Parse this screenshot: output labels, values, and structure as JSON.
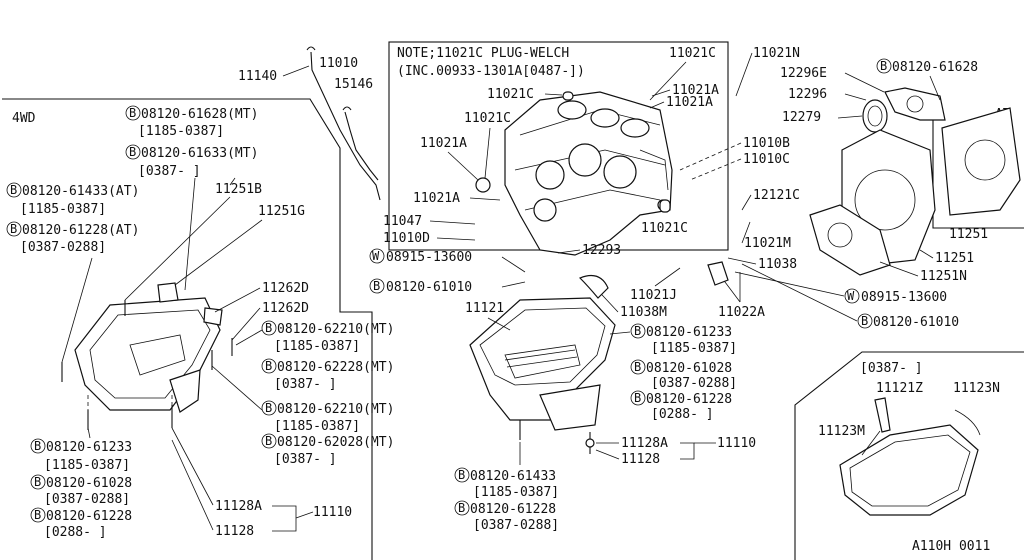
{
  "diagram_code": "A110H 0011",
  "corner_labels": {
    "four_wd": "4WD",
    "at": "AT"
  },
  "note": {
    "line1": "NOTE;11021C PLUG-WELCH",
    "line2": "(INC.00933-1301A[0487-])"
  },
  "bolt_prefix": "B",
  "washer_prefix": "W",
  "parts": {
    "p11010": "11010",
    "p11140": "11140",
    "p15146": "15146",
    "p11021C_a": "11021C",
    "p11021C_b": "11021C",
    "p11021C_c": "11021C",
    "p11021C_d": "11021C",
    "p11021A_a": "11021A",
    "p11021A_b": "11021A",
    "p11021A_c": "11021A",
    "p11021A_d": "11021A",
    "p11021N": "11021N",
    "p11010B": "11010B",
    "p11010C": "11010C",
    "p11047": "11047",
    "p11010D": "11010D",
    "p12293": "12293",
    "p12121C": "12121C",
    "p11021M": "11021M",
    "p11038": "11038",
    "p11021J": "11021J",
    "p11038M": "11038M",
    "p11022A": "11022A",
    "p12296E": "12296E",
    "p12296": "12296",
    "p12279": "12279",
    "p11251_a": "11251",
    "p11251_b": "11251",
    "p11251N": "11251N",
    "p11251B": "11251B",
    "p11251G": "11251G",
    "p11262D_a": "11262D",
    "p11262D_b": "11262D",
    "p11121": "11121",
    "p11128A_a": "11128A",
    "p11128_a": "11128",
    "p11110_a": "11110",
    "p11128A_b": "11128A",
    "p11128_b": "11128",
    "p11110_b": "11110",
    "p11121Z": "11121Z",
    "p11123N": "11123N",
    "p11123M": "11123M"
  },
  "refs": {
    "r1": {
      "part": "08120-61628(MT)",
      "range": "[1185-0387]"
    },
    "r2": {
      "part": "08120-61633(MT)",
      "range": "[0387-      ]"
    },
    "r3": {
      "part": "08120-61433(AT)",
      "range": "[1185-0387]"
    },
    "r4": {
      "part": "08120-61228(AT)",
      "range": "[0387-0288]"
    },
    "r5": {
      "part": "08120-62210(MT)",
      "range": "[1185-0387]"
    },
    "r6": {
      "part": "08120-62228(MT)",
      "range": "[0387-      ]"
    },
    "r7": {
      "part": "08120-62210(MT)",
      "range": "[1185-0387]"
    },
    "r8": {
      "part": "08120-62028(MT)",
      "range": "[0387-      ]"
    },
    "r9": {
      "part": "08120-61233",
      "range": "[1185-0387]"
    },
    "r10": {
      "part": "08120-61028",
      "range": "[0387-0288]"
    },
    "r11": {
      "part": "08120-61228",
      "range": "[0288-      ]"
    },
    "r12": {
      "part": "08120-61233",
      "range": "[1185-0387]"
    },
    "r13": {
      "part": "08120-61028",
      "range": "[0387-0288]"
    },
    "r14": {
      "part": "08120-61228",
      "range": "[0288-      ]"
    },
    "r15": {
      "part": "08120-61433",
      "range": "[1185-0387]"
    },
    "r16": {
      "part": "08120-61228",
      "range": "[0387-0288]"
    },
    "r17": {
      "part": "08120-61628"
    },
    "r18": {
      "part": "08120-61010"
    },
    "r19": {
      "part": "08120-61010"
    },
    "w1": {
      "part": "08915-13600"
    },
    "w2": {
      "part": "08915-13600"
    }
  },
  "inset_range": "[0387-      ]"
}
